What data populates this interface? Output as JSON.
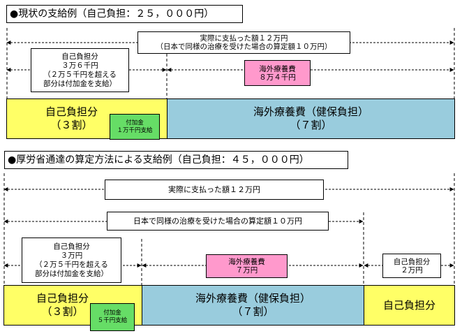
{
  "section1": {
    "title": "●現状の支給例（自己負担：２５，０００円）",
    "actual_box": {
      "line1": "実際に支払った額１２万円",
      "line2": "（日本で同様の治療を受けた場合の算定額１０万円）"
    },
    "self_box": {
      "line1": "自己負担分",
      "line2": "３万６千円",
      "line3": "（２万５千円を超える",
      "line4": "部分は付加金を支給）"
    },
    "overseas_box": {
      "line1": "海外療養費",
      "line2": "８万４千円"
    },
    "bar_self": {
      "line1": "自己負担分",
      "line2": "（３割）"
    },
    "bar_insurance": {
      "line1": "海外療養費（健保負担）",
      "line2": "（７割）"
    },
    "addon": {
      "line1": "付加金",
      "line2": "１万千円支給"
    }
  },
  "section2": {
    "title": "●厚労省通達の算定方法による支給例（自己負担：４５，０００円）",
    "actual_box": "実際に支払った額１２万円",
    "japan_box": "日本で同様の治療を受けた場合の算定額１０万円",
    "self_box": {
      "line1": "自己負担分",
      "line2": "３万円",
      "line3": "（２万５千円を超える",
      "line4": "部分は付加金を支給）"
    },
    "overseas_box": {
      "line1": "海外療養費",
      "line2": "７万円"
    },
    "right_self_box": {
      "line1": "自己負担分",
      "line2": "２万円"
    },
    "bar_self": {
      "line1": "自己負担分",
      "line2": "（３割）"
    },
    "bar_insurance": {
      "line1": "海外療養費（健保負担）",
      "line2": "（７割）"
    },
    "bar_self_right": "自己負担分",
    "addon": {
      "line1": "付加金",
      "line2": "５千円支給"
    }
  }
}
